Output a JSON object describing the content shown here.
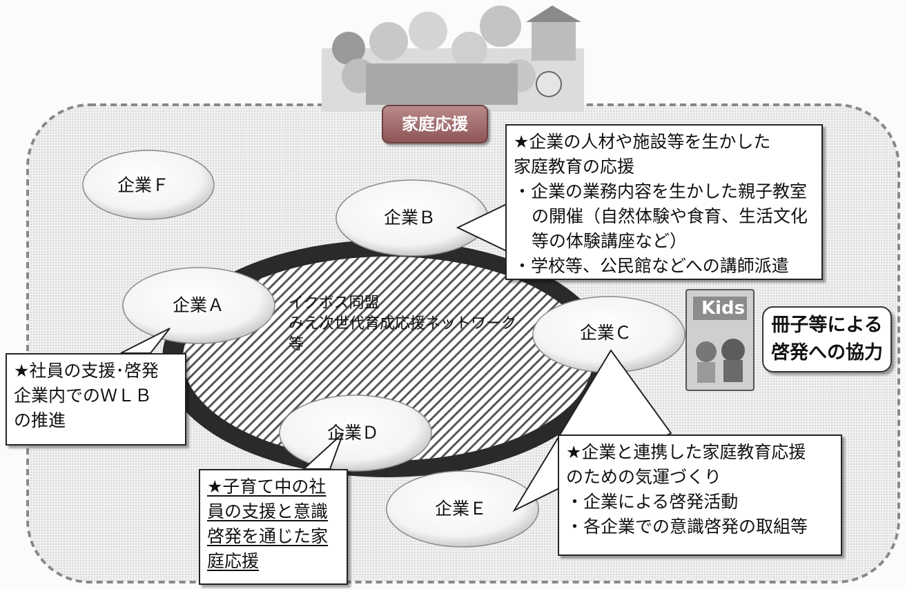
{
  "badge": "家庭応援",
  "companies": {
    "a": "企業Ａ",
    "b": "企業Ｂ",
    "c": "企業Ｃ",
    "d": "企業Ｄ",
    "e": "企業Ｅ",
    "f": "企業Ｆ"
  },
  "network": {
    "line1": "イクボス同盟",
    "line2": "みえ次世代育成応援ネットワーク",
    "line3": "等"
  },
  "box_b": {
    "line1": "★企業の人材や施設等を生かした",
    "line2": "家庭教育の応援",
    "line3": "・企業の業務内容を生かした親子教室の開催（自然体験や食育、生活文化等の体験講座など）",
    "line4": "・学校等、公民館などへの講師派遣"
  },
  "box_a": {
    "line1": "★社員の支援･啓発",
    "line2": "企業内でのＷＬＢ",
    "line3": "の推進"
  },
  "box_d": {
    "line1": "★子育て中の社",
    "line2": "員の支援と意識",
    "line3": "啓発を通じた家",
    "line4": "庭応援"
  },
  "box_c": {
    "line1": "★企業と連携した家庭教育応援",
    "line2": "のための気運づくり",
    "line3": "・企業による啓発活動",
    "line4": "・各企業での意識啓発の取組等"
  },
  "booklet": {
    "title": "Kids"
  },
  "promo": {
    "line1": "冊子等による",
    "line2": "啓発への協力"
  }
}
